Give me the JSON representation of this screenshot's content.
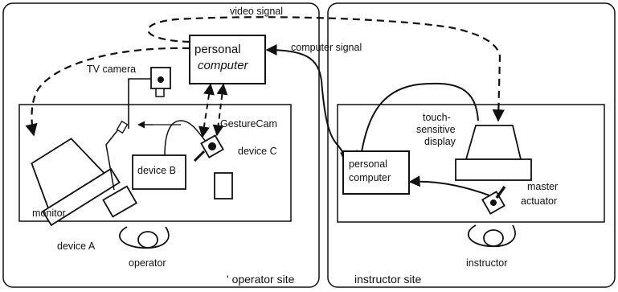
{
  "labels": {
    "video_signal": "video signal",
    "computer_signal": "computer signal",
    "pc_operator_line1": "personal",
    "pc_operator_line2": "computer",
    "tv_camera": "TV camera",
    "gesturecam": "GestureCam",
    "device_a": "device A",
    "device_b": "device B",
    "device_c": "device C",
    "monitor": "monitor",
    "operator": "operator",
    "operator_site": "' operator site",
    "touch_line1": "touch-",
    "touch_line2": "sensitive",
    "touch_line3": "display",
    "pc_instructor_line1": "personal",
    "pc_instructor_line2": "computer",
    "master_line1": "master",
    "master_line2": "actuator",
    "instructor": "instructor",
    "instructor_site": "instructor site"
  }
}
